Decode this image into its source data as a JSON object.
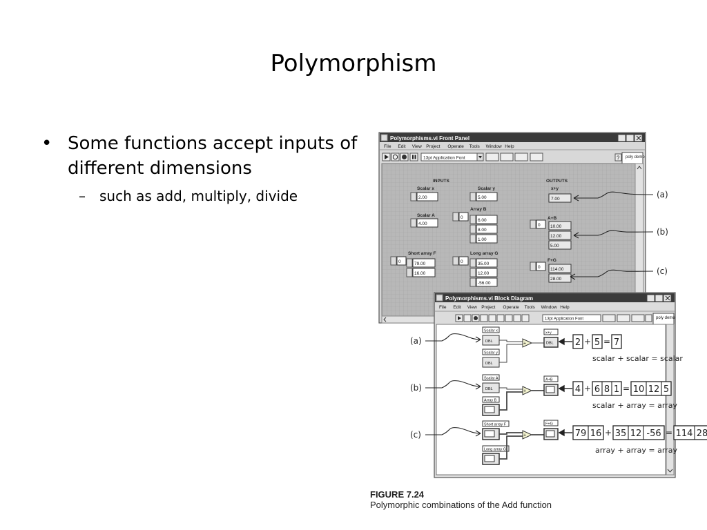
{
  "slide": {
    "title": "Polymorphism",
    "bullet1": "Some functions accept inputs of different dimensions",
    "bullet1_marker": "•",
    "bullet2": "such as add, multiply, divide",
    "bullet2_marker": "–"
  },
  "front_panel": {
    "title": "Polymorphisms.vi Front Panel",
    "menu": [
      "File",
      "Edit",
      "View",
      "Project",
      "Operate",
      "Tools",
      "Window",
      "Help"
    ],
    "font_select": "13pt Application Font",
    "vi_icon": "poly demo",
    "inputs_label": "INPUTS",
    "outputs_label": "OUTPUTS",
    "scalar_x_label": "Scalar x",
    "scalar_x_value": "2.00",
    "scalar_y_label": "Scalar y",
    "scalar_y_value": "5.00",
    "scalar_a_label": "Scalar A",
    "scalar_a_value": "4.00",
    "array_b_label": "Array B",
    "array_b_index": "0",
    "array_b_values": [
      "6.00",
      "8.00",
      "1.00"
    ],
    "short_array_f_label": "Short array F",
    "short_array_f_index": "0",
    "short_array_f_values": [
      "79.00",
      "16.00"
    ],
    "long_array_g_label": "Long array G",
    "long_array_g_index": "0",
    "long_array_g_values": [
      "35.00",
      "12.00",
      "-56.00"
    ],
    "xy_label": "x+y",
    "xy_value": "7.00",
    "ab_label": "A+B",
    "ab_index": "0",
    "ab_values": [
      "10.00",
      "12.00",
      "5.00"
    ],
    "fg_label": "F+G",
    "fg_index": "0",
    "fg_values": [
      "114.00",
      "28.00"
    ],
    "annotations": [
      "(a)",
      "(b)",
      "(c)"
    ]
  },
  "block_diagram": {
    "title": "Polymorphisms.vi Block Diagram",
    "menu": [
      "File",
      "Edit",
      "View",
      "Project",
      "Operate",
      "Tools",
      "Window",
      "Help"
    ],
    "font_select": "13pt Application Font",
    "vi_icon": "poly demo",
    "terminals": [
      "Scalar x",
      "Scalar y",
      "Scalar A",
      "Array B",
      "Short array F",
      "Long array G"
    ],
    "outputs": [
      "x+y",
      "A+B",
      "F+G"
    ],
    "dbl": "DBL",
    "annotations": [
      "(a)",
      "(b)",
      "(c)"
    ],
    "eq_a": {
      "left": [
        "2"
      ],
      "right": [
        "5"
      ],
      "result": [
        "7"
      ],
      "label": "scalar + scalar = scalar"
    },
    "eq_b": {
      "left": [
        "4"
      ],
      "right": [
        "6",
        "8",
        "1"
      ],
      "result": [
        "10",
        "12",
        "5"
      ],
      "label": "scalar + array = array"
    },
    "eq_c": {
      "left": [
        "79",
        "16"
      ],
      "right": [
        "35",
        "12",
        "-56"
      ],
      "result": [
        "114",
        "28"
      ],
      "label": "array + array = array"
    },
    "plus": "+",
    "equals": "="
  },
  "caption": {
    "figure_number": "FIGURE 7.24",
    "text": "Polymorphic combinations of the Add function"
  }
}
